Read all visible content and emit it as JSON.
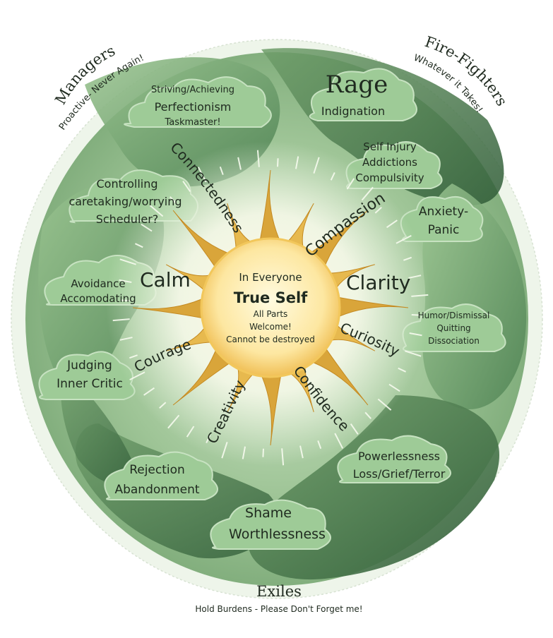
{
  "corners": {
    "managers": {
      "title": "Managers",
      "subtitle": "Proactive- Never Again!"
    },
    "firefighters": {
      "title": "Fire-Fighters",
      "subtitle": "Whatever it Takes!"
    },
    "exiles": {
      "title": "Exiles",
      "subtitle": "Hold Burdens - Please Don't Forget me!"
    }
  },
  "center": {
    "line1": "In Everyone",
    "title": "True Self",
    "line3": "All Parts",
    "line4": "Welcome!",
    "line5": "Cannot be destroyed"
  },
  "qualities": {
    "connectedness": "Connectedness",
    "compassion": "Compassion",
    "calm": "Calm",
    "clarity": "Clarity",
    "curiosity": "Curiosity",
    "courage": "Courage",
    "creativity": "Creativity",
    "confidence": "Confidence"
  },
  "clouds": {
    "striving": [
      "Striving/Achieving",
      "Perfectionism",
      "Taskmaster!"
    ],
    "rage": [
      "Rage",
      "Indignation"
    ],
    "controlling": [
      "Controlling",
      "caretaking/worrying",
      "Scheduler?"
    ],
    "selfinjury": [
      "Self Injury",
      "Addictions",
      "Compulsivity"
    ],
    "anxiety": [
      "Anxiety-",
      "Panic"
    ],
    "avoidance": [
      "Avoidance",
      "Accomodating"
    ],
    "humor": [
      "Humor/Dismissal",
      "Quitting",
      "Dissociation"
    ],
    "judging": [
      "Judging",
      "Inner Critic"
    ],
    "rejection": [
      "Rejection",
      "Abandonment"
    ],
    "powerless": [
      "Powerlessness",
      "Loss/Grief/Terror"
    ],
    "shame": [
      "Shame",
      "Worthlessness"
    ]
  },
  "colors": {
    "leaf_dark": "#3f6f45",
    "leaf_mid": "#6e9f6c",
    "leaf_light": "#a9cda3",
    "cloud": "#9cc896",
    "sun_petal": "#d9a53a",
    "sun_core": "#fff2b8",
    "ring": "#e6f1df"
  }
}
